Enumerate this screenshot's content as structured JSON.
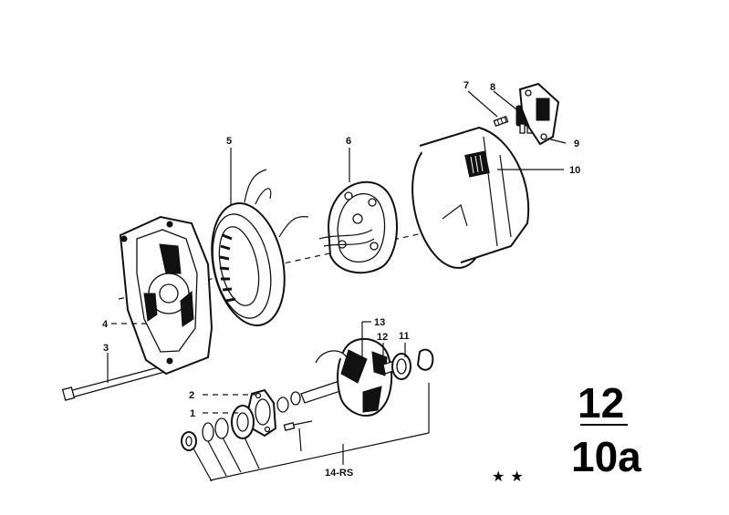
{
  "callouts": {
    "c1": "1",
    "c2": "2",
    "c3": "3",
    "c4": "4",
    "c5": "5",
    "c6": "6",
    "c7": "7",
    "c8": "8",
    "c9": "9",
    "c10": "10",
    "c11": "11",
    "c12": "12",
    "c13": "13",
    "c14": "14-RS"
  },
  "group_number": {
    "main": "12",
    "sub": "10a"
  },
  "marks": "★★"
}
